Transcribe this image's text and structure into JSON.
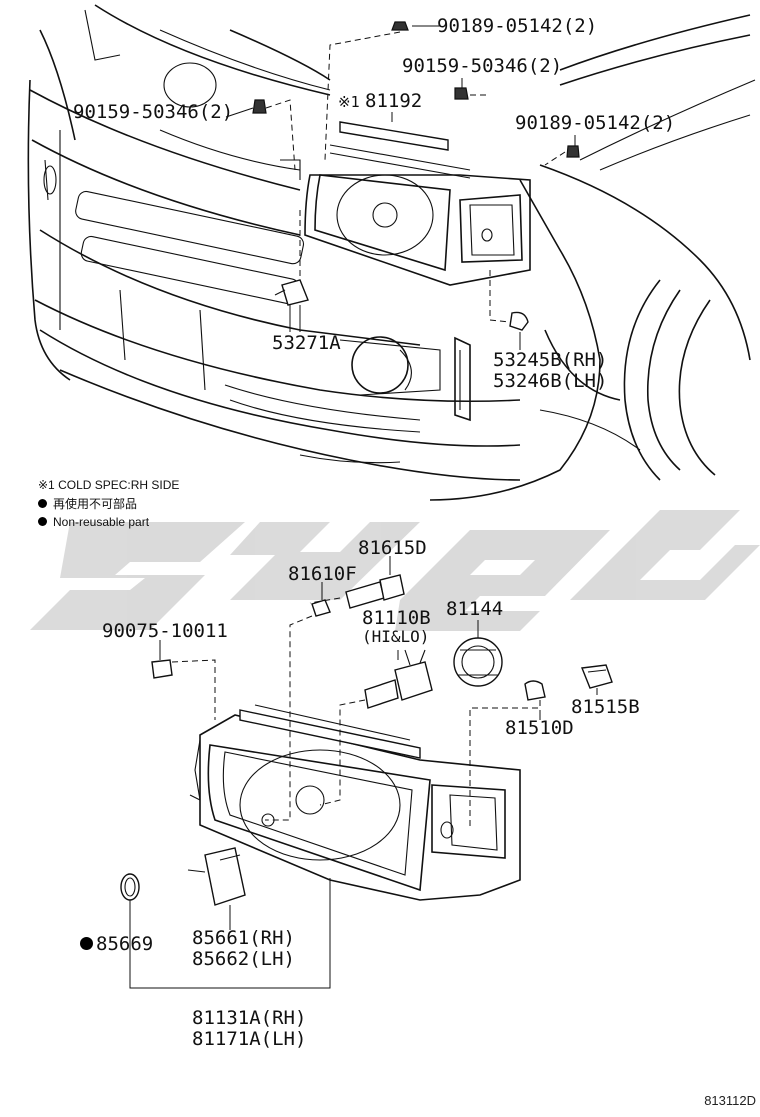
{
  "diagram": {
    "labels": {
      "p90189_top": "90189-05142(2)",
      "p90159_top": "90159-50346(2)",
      "p90159_left": "90159-50346(2)",
      "p81192_mark": "※1",
      "p81192": "81192",
      "p90189_right": "90189-05142(2)",
      "p53271A": "53271A",
      "p53245B": "53245B(RH)",
      "p53246B": "53246B(LH)",
      "p81615D": "81615D",
      "p81610F": "81610F",
      "p81110B": "81110B",
      "p81110B_sub": "(HI&LO)",
      "p81144": "81144",
      "p90075": "90075-10011",
      "p81515B": "81515B",
      "p81510D": "81510D",
      "p85669": "85669",
      "p85661": "85661(RH)",
      "p85662": "85662(LH)",
      "p81131A": "81131A(RH)",
      "p81171A": "81171A(LH)"
    },
    "notes": {
      "cold_spec": "※1 COLD SPEC:RH SIDE",
      "reuse_cn": "再使用不可部品",
      "reuse_en": "Non-reusable part"
    },
    "diagram_id": "813112D",
    "colors": {
      "line": "#111111",
      "watermark": "#d9d9d9"
    }
  }
}
